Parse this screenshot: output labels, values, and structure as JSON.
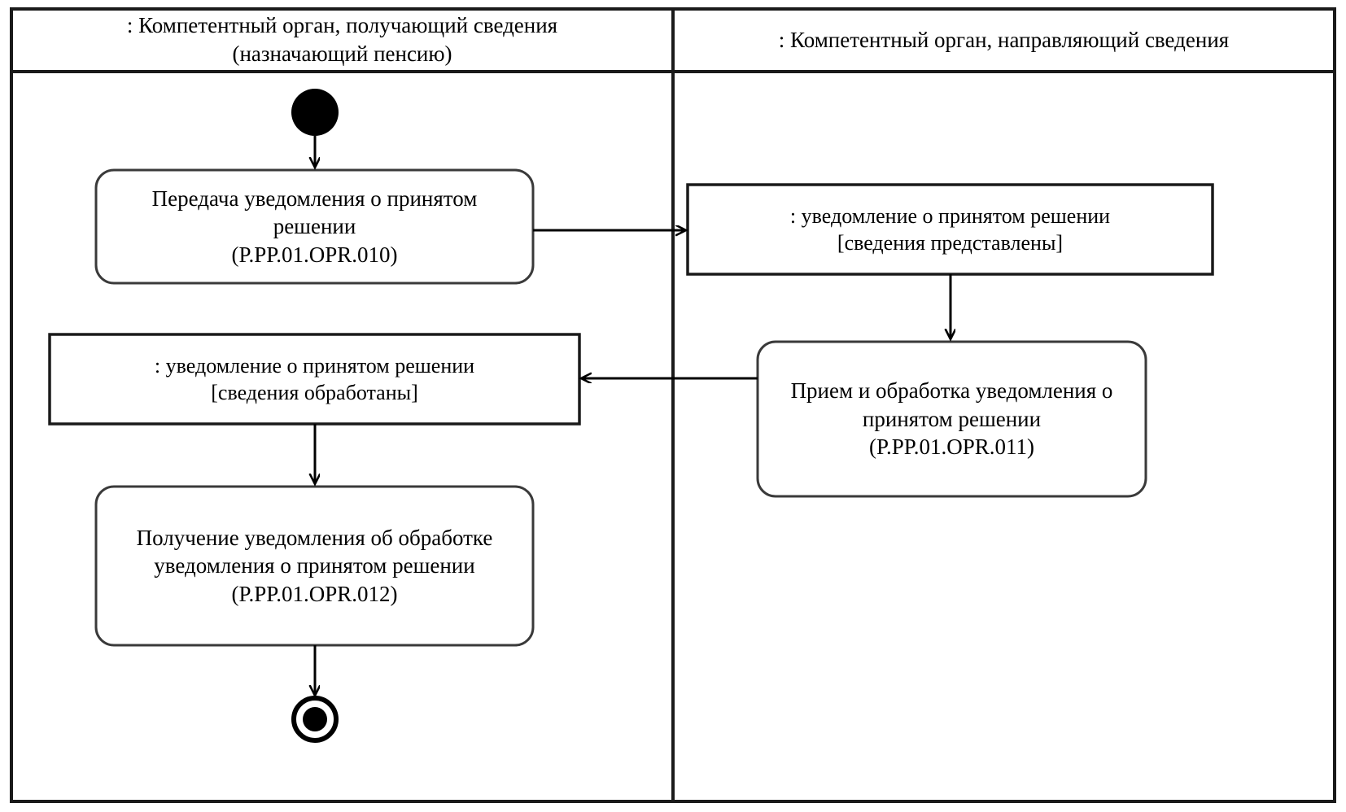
{
  "diagram": {
    "type": "uml-activity-diagram",
    "background": "#ffffff",
    "stroke": "#000000"
  },
  "lanes": [
    {
      "id": "lane-receiving",
      "title_lines": [
        ": Компетентный орган, получающий сведения",
        "(назначающий пенсию)"
      ]
    },
    {
      "id": "lane-sending",
      "title_lines": [
        ": Компетентный орган, направляющий сведения"
      ]
    }
  ],
  "nodes": {
    "initial": {
      "name": "initial-node",
      "shape": "filled-circle"
    },
    "final": {
      "name": "final-node",
      "shape": "bullseye"
    },
    "activity_010": {
      "lines": [
        "Передача уведомления о принятом",
        "решении",
        "(P.PP.01.OPR.010)"
      ]
    },
    "object_presented": {
      "lines": [
        ": уведомление о принятом решении",
        "[сведения представлены]"
      ]
    },
    "object_processed": {
      "lines": [
        ": уведомление о принятом решении",
        "[сведения обработаны]"
      ]
    },
    "activity_011": {
      "lines": [
        "Прием и обработка уведомления о",
        "принятом решении",
        "(P.PP.01.OPR.011)"
      ]
    },
    "activity_012": {
      "lines": [
        "Получение уведомления об обработке",
        "уведомления о принятом решении",
        "(P.PP.01.OPR.012)"
      ]
    }
  },
  "edges": [
    {
      "name": "edge-initial-to-activity-010",
      "from": "initial",
      "to": "activity_010"
    },
    {
      "name": "edge-activity-010-to-object-presented",
      "from": "activity_010",
      "to": "object_presented"
    },
    {
      "name": "edge-object-presented-to-activity-011",
      "from": "object_presented",
      "to": "activity_011"
    },
    {
      "name": "edge-activity-011-to-object-processed",
      "from": "activity_011",
      "to": "object_processed"
    },
    {
      "name": "edge-object-processed-to-activity-012",
      "from": "object_processed",
      "to": "activity_012"
    },
    {
      "name": "edge-activity-012-to-final",
      "from": "activity_012",
      "to": "final"
    }
  ]
}
